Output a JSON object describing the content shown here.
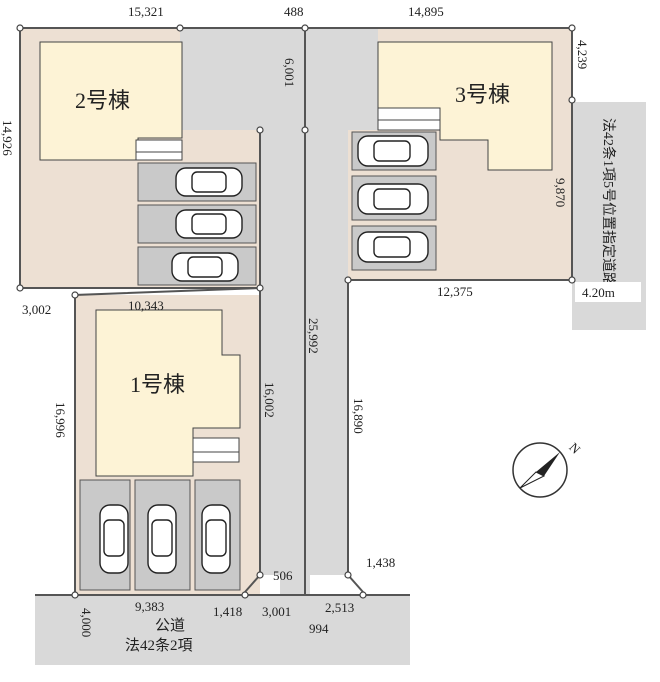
{
  "buildings": {
    "b1": "1号棟",
    "b2": "2号棟",
    "b3": "3号棟"
  },
  "public_road": {
    "line1": "公道",
    "line2": "法42条2項"
  },
  "designated_road": {
    "label": "法42条1項5号位置指定道路",
    "width": "4.20m"
  },
  "compass_label": "N",
  "dimensions": {
    "top_left": "15,321",
    "top_mid": "488",
    "top_right": "14,895",
    "left_top": "14,926",
    "mid_vertical": "6,001",
    "right_top": "4,239",
    "right_mid": "9,870",
    "left_step": "3,002",
    "b1_top": "10,343",
    "horiz_right": "12,375",
    "center_long": "25,992",
    "b1_right": "16,002",
    "right_lower": "16,890",
    "left_lower": "16,996",
    "bottom_left": "9,383",
    "bottom_a": "1,418",
    "bottom_b": "3,001",
    "bottom_c": "506",
    "bottom_d": "994",
    "bottom_e": "2,513",
    "bottom_f": "1,438",
    "road_width": "4,000"
  },
  "colors": {
    "lot": "#ede0d3",
    "house": "#fdf3d6",
    "road": "#d9d9d9",
    "parking": "#c9c9c9"
  }
}
